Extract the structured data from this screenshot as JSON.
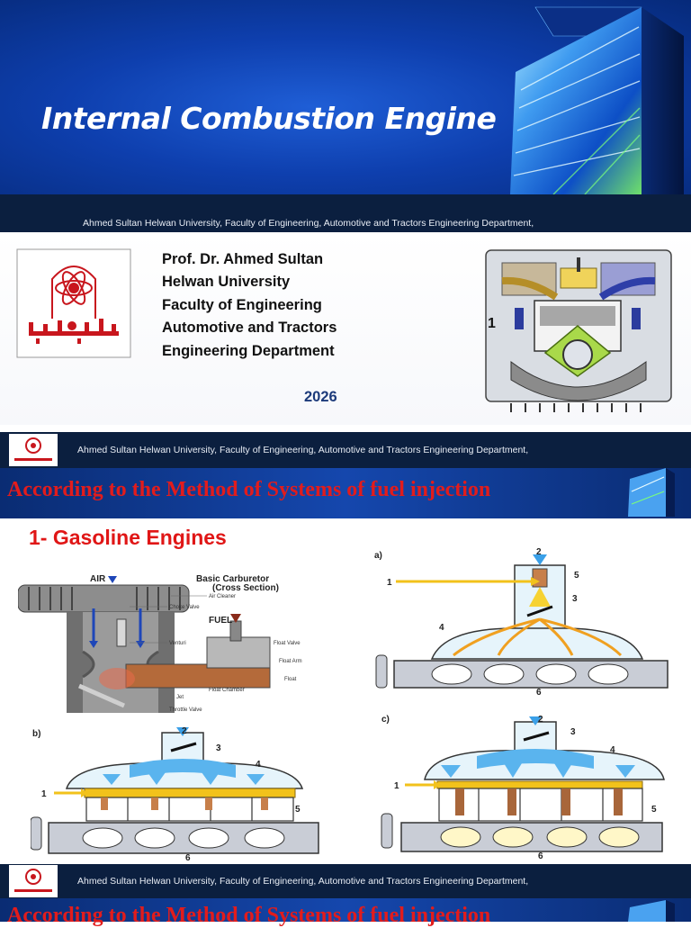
{
  "slide1": {
    "title": "Internal Combustion Engine",
    "footer": "Ahmed Sultan    Helwan University, Faculty of Engineering, Automotive and Tractors Engineering Department,",
    "info_lines": [
      "Prof. Dr. Ahmed Sultan",
      "Helwan University",
      "Faculty of Engineering",
      "Automotive and Tractors",
      "Engineering Department"
    ],
    "year": "2026",
    "engine_label": "1"
  },
  "slide2": {
    "footer": "Ahmed Sultan    Helwan University, Faculty of Engineering, Automotive and Tractors Engineering Department,",
    "header": "According to the Method of Systems of fuel injection",
    "subtitle": "1- Gasoline Engines",
    "carburetor": {
      "title": "Basic Carburetor",
      "subtitle": "(Cross Section)",
      "air": "AIR",
      "fuel": "FUEL",
      "callouts": [
        "Air Cleaner",
        "Choke Valve",
        "Venturi",
        "Float Valve",
        "Float Arm",
        "Float",
        "Float Chamber",
        "Jet",
        "Throttle Valve"
      ]
    },
    "diagram_a": {
      "tag": "a)",
      "numbers": [
        "1",
        "2",
        "3",
        "4",
        "5",
        "6"
      ]
    },
    "diagram_b": {
      "tag": "b)",
      "numbers": [
        "1",
        "2",
        "3",
        "4",
        "5",
        "6"
      ]
    },
    "diagram_c": {
      "tag": "c)",
      "numbers": [
        "1",
        "2",
        "3",
        "4",
        "5",
        "6"
      ]
    }
  },
  "slide3": {
    "footer": "Ahmed Sultan    Helwan University, Faculty of Engineering, Automotive and Tractors Engineering Department,",
    "header": "According to the Method of Systems of fuel injection"
  },
  "colors": {
    "navy_footer": "#0b1f3f",
    "title_blue": "#0e3fae",
    "header_red": "#e21c1c",
    "logo_red": "#c8161d",
    "fuel_yellow": "#f2c21b",
    "air_blue": "#3aa0e8"
  },
  "icons": [
    "university-logo",
    "engine-cutaway-icon",
    "light-cube-graphic"
  ]
}
